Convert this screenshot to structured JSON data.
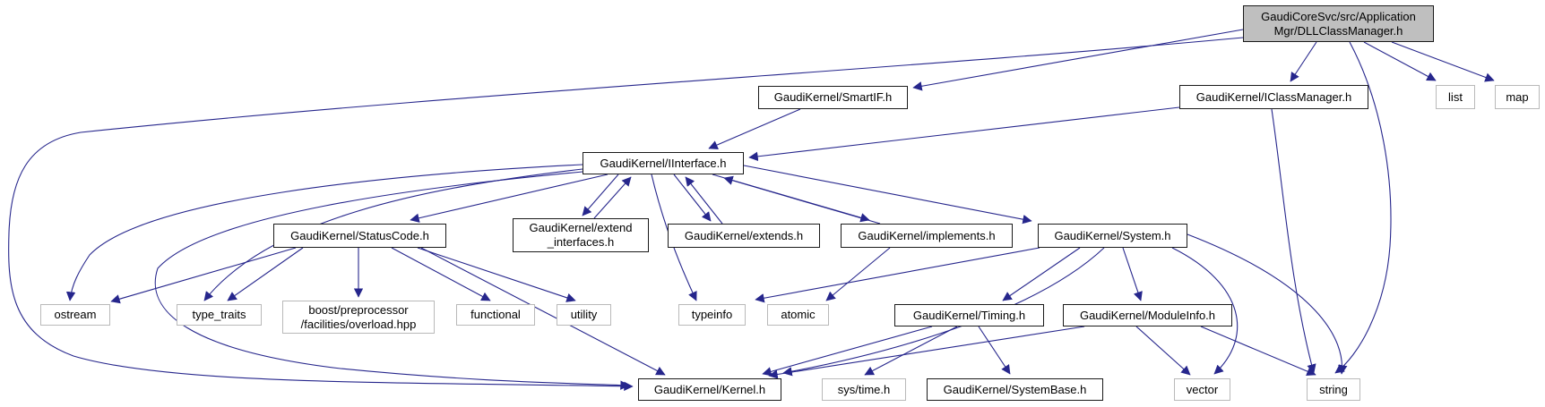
{
  "diagram": {
    "type": "include-dependency-graph",
    "colors": {
      "edge_color": "#26268c",
      "root_fill": "#bfbfbf",
      "internal_border": "#1a1a1a",
      "external_border": "#b9b9b9"
    },
    "nodes": {
      "root": {
        "label": "GaudiCoreSvc/src/Application\nMgr/DLLClassManager.h",
        "kind": "root"
      },
      "smartif": {
        "label": "GaudiKernel/SmartIF.h",
        "kind": "internal"
      },
      "iclassmanager": {
        "label": "GaudiKernel/IClassManager.h",
        "kind": "internal"
      },
      "list": {
        "label": "list",
        "kind": "external"
      },
      "map": {
        "label": "map",
        "kind": "external"
      },
      "iinterface": {
        "label": "GaudiKernel/IInterface.h",
        "kind": "internal"
      },
      "statuscode": {
        "label": "GaudiKernel/StatusCode.h",
        "kind": "internal"
      },
      "extend_interfaces": {
        "label": "GaudiKernel/extend\n_interfaces.h",
        "kind": "internal"
      },
      "extends": {
        "label": "GaudiKernel/extends.h",
        "kind": "internal"
      },
      "implements": {
        "label": "GaudiKernel/implements.h",
        "kind": "internal"
      },
      "system": {
        "label": "GaudiKernel/System.h",
        "kind": "internal"
      },
      "ostream": {
        "label": "ostream",
        "kind": "external"
      },
      "type_traits": {
        "label": "type_traits",
        "kind": "external"
      },
      "boost": {
        "label": "boost/preprocessor\n/facilities/overload.hpp",
        "kind": "external"
      },
      "functional": {
        "label": "functional",
        "kind": "external"
      },
      "utility": {
        "label": "utility",
        "kind": "external"
      },
      "typeinfo": {
        "label": "typeinfo",
        "kind": "external"
      },
      "atomic": {
        "label": "atomic",
        "kind": "external"
      },
      "timing": {
        "label": "GaudiKernel/Timing.h",
        "kind": "internal"
      },
      "moduleinfo": {
        "label": "GaudiKernel/ModuleInfo.h",
        "kind": "internal"
      },
      "kernel": {
        "label": "GaudiKernel/Kernel.h",
        "kind": "internal"
      },
      "systime": {
        "label": "sys/time.h",
        "kind": "external"
      },
      "systembase": {
        "label": "GaudiKernel/SystemBase.h",
        "kind": "internal"
      },
      "vector": {
        "label": "vector",
        "kind": "external"
      },
      "string": {
        "label": "string",
        "kind": "external"
      }
    },
    "edges": [
      {
        "from": "root",
        "to": "smartif"
      },
      {
        "from": "root",
        "to": "iclassmanager"
      },
      {
        "from": "root",
        "to": "list"
      },
      {
        "from": "root",
        "to": "map"
      },
      {
        "from": "root",
        "to": "string"
      },
      {
        "from": "root",
        "to": "kernel"
      },
      {
        "from": "smartif",
        "to": "iinterface"
      },
      {
        "from": "iclassmanager",
        "to": "iinterface"
      },
      {
        "from": "iclassmanager",
        "to": "string"
      },
      {
        "from": "iinterface",
        "to": "statuscode"
      },
      {
        "from": "iinterface",
        "to": "extend_interfaces"
      },
      {
        "from": "extend_interfaces",
        "to": "iinterface"
      },
      {
        "from": "iinterface",
        "to": "extends"
      },
      {
        "from": "extends",
        "to": "iinterface"
      },
      {
        "from": "iinterface",
        "to": "implements"
      },
      {
        "from": "implements",
        "to": "iinterface"
      },
      {
        "from": "iinterface",
        "to": "system"
      },
      {
        "from": "iinterface",
        "to": "ostream"
      },
      {
        "from": "iinterface",
        "to": "type_traits"
      },
      {
        "from": "iinterface",
        "to": "typeinfo"
      },
      {
        "from": "iinterface",
        "to": "kernel"
      },
      {
        "from": "statuscode",
        "to": "ostream"
      },
      {
        "from": "statuscode",
        "to": "type_traits"
      },
      {
        "from": "statuscode",
        "to": "boost"
      },
      {
        "from": "statuscode",
        "to": "functional"
      },
      {
        "from": "statuscode",
        "to": "utility"
      },
      {
        "from": "statuscode",
        "to": "kernel"
      },
      {
        "from": "implements",
        "to": "atomic"
      },
      {
        "from": "system",
        "to": "typeinfo"
      },
      {
        "from": "system",
        "to": "timing"
      },
      {
        "from": "system",
        "to": "moduleinfo"
      },
      {
        "from": "system",
        "to": "kernel"
      },
      {
        "from": "system",
        "to": "vector"
      },
      {
        "from": "system",
        "to": "string"
      },
      {
        "from": "timing",
        "to": "kernel"
      },
      {
        "from": "timing",
        "to": "systime"
      },
      {
        "from": "timing",
        "to": "systembase"
      },
      {
        "from": "moduleinfo",
        "to": "kernel"
      },
      {
        "from": "moduleinfo",
        "to": "vector"
      },
      {
        "from": "moduleinfo",
        "to": "string"
      }
    ]
  }
}
